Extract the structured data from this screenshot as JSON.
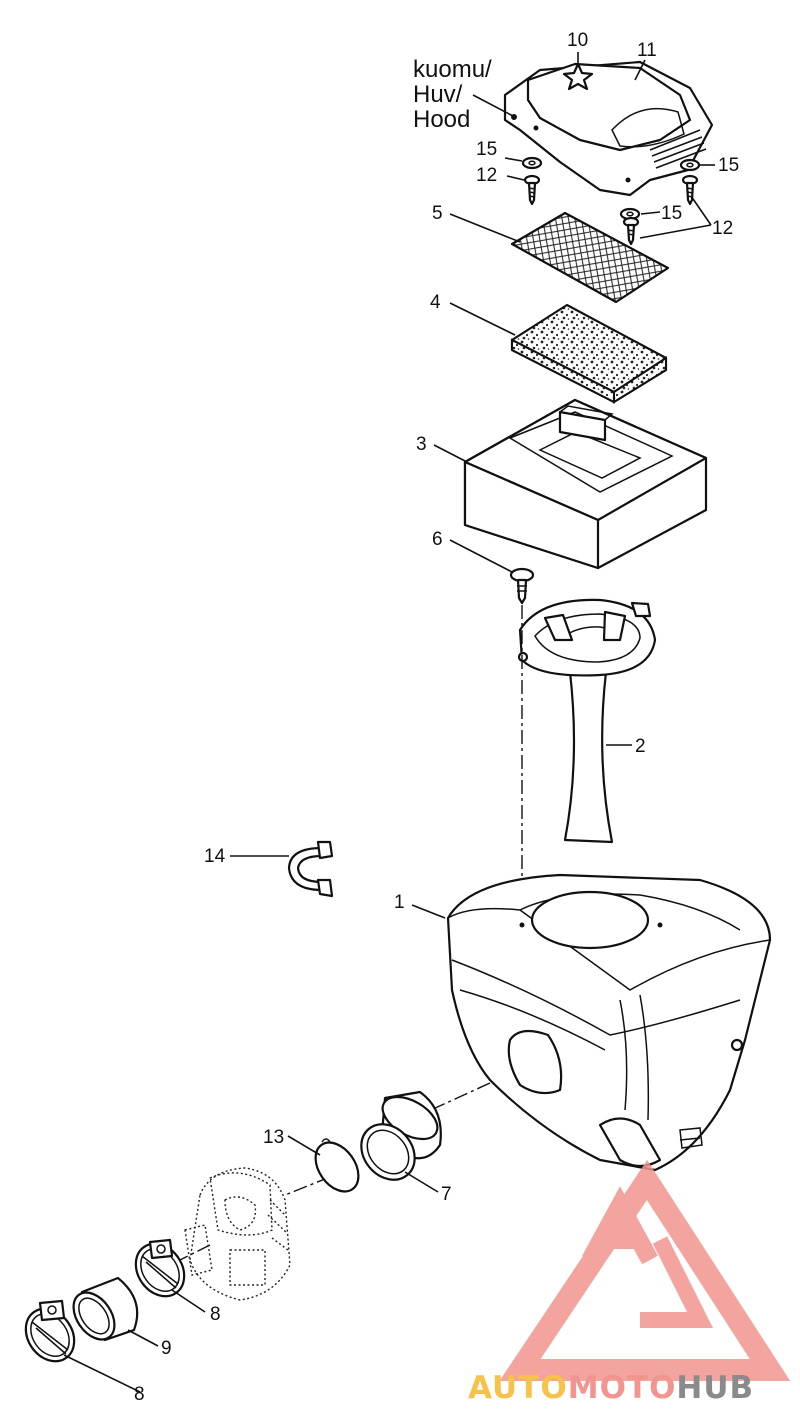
{
  "labels": {
    "hood_fi": "kuomu/",
    "hood_sv": "Huv/",
    "hood_en": "Hood",
    "p1": "1",
    "p2": "2",
    "p3": "3",
    "p4": "4",
    "p5": "5",
    "p6": "6",
    "p7": "7",
    "p8a": "8",
    "p8b": "8",
    "p9": "9",
    "p10": "10",
    "p11": "11",
    "p12a": "12",
    "p12b": "12",
    "p13": "13",
    "p14": "14",
    "p15a": "15",
    "p15b": "15",
    "p15c": "15"
  },
  "watermark": {
    "word1": "AUTO",
    "word2": "MOTO",
    "word3": "HUB",
    "color_primary": "#f1958e",
    "color_accent": "#f6c24a",
    "color_dark": "#8a8a8a"
  }
}
